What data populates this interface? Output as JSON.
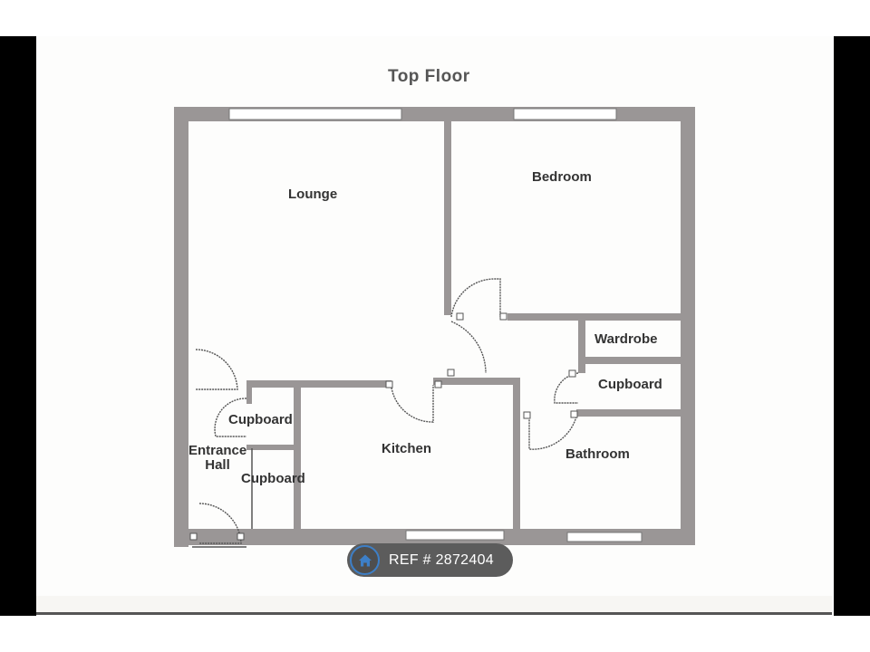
{
  "floorplan": {
    "title": "Top Floor",
    "rooms": [
      {
        "name": "Lounge"
      },
      {
        "name": "Bedroom"
      },
      {
        "name": "Wardrobe"
      },
      {
        "name": "Cupboard"
      },
      {
        "name": "Bathroom"
      },
      {
        "name": "Kitchen"
      },
      {
        "name": "Cupboard"
      },
      {
        "name": "Entrance Hall"
      },
      {
        "name": "Cupboard"
      }
    ],
    "entrance_line1": "Entrance",
    "entrance_line2": "Hall"
  },
  "badge": {
    "icon": "home-icon",
    "text": "REF # 2872404",
    "accent_color": "#3d7fc7",
    "background_color": "#5c5c5c"
  }
}
